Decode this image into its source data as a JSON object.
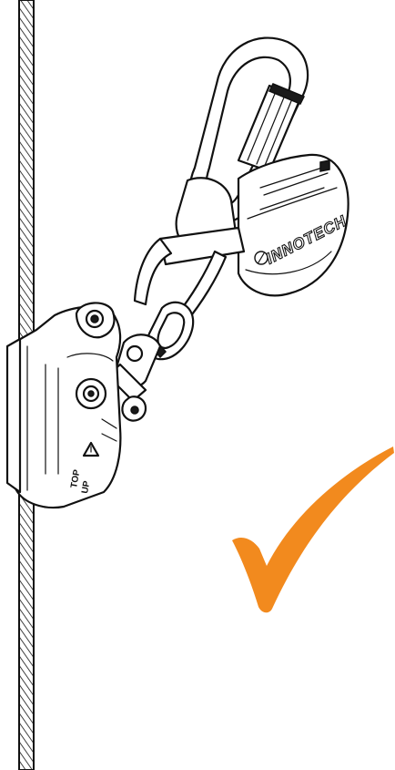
{
  "illustration": {
    "brand_text": "INNOTECH",
    "device_markings": [
      "TOP",
      "UP"
    ],
    "check_color": "#F28A1E",
    "line_color": "#111111"
  },
  "icons": {
    "check": "check-icon",
    "brand_logo": "innotech-logo-icon"
  }
}
